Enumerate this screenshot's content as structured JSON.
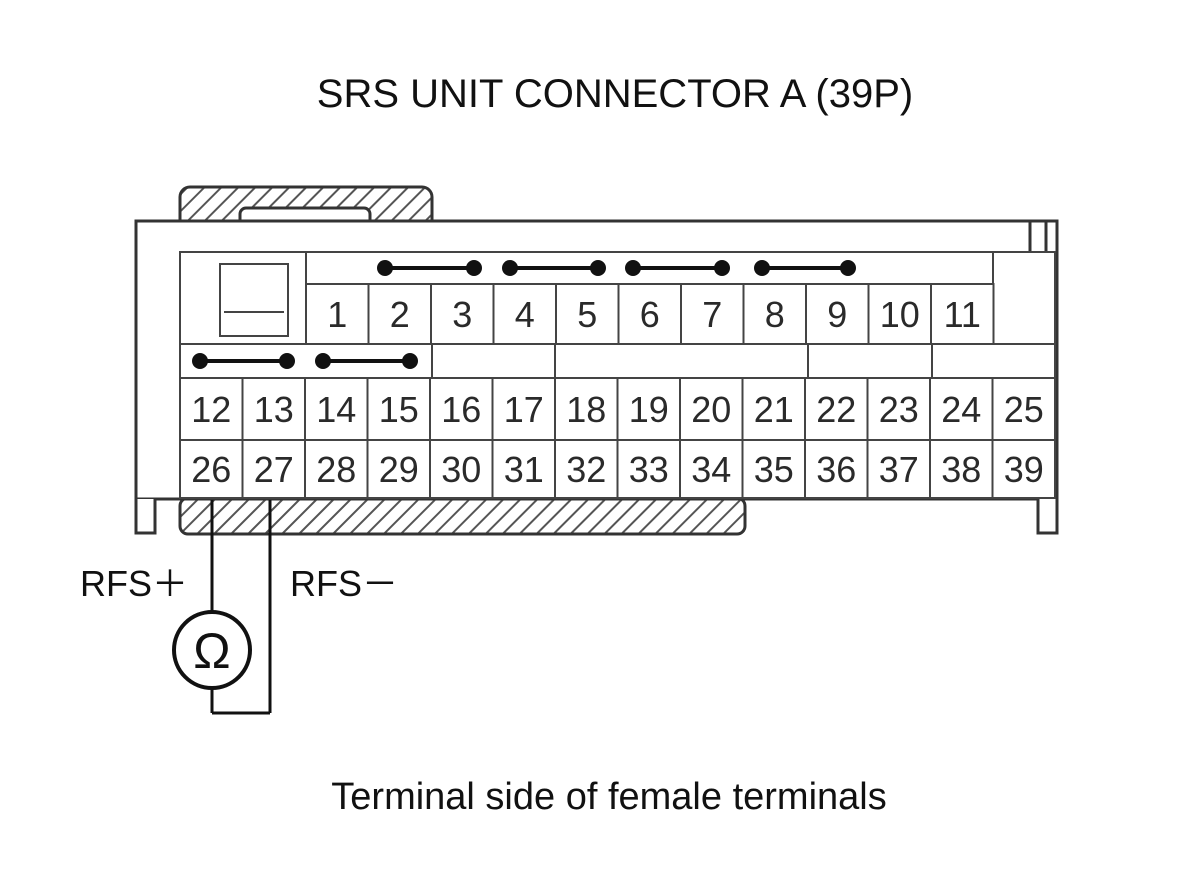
{
  "title": "SRS UNIT CONNECTOR A (39P)",
  "caption": "Terminal side of female terminals",
  "terminals": {
    "row1": [
      "1",
      "2",
      "3",
      "4",
      "5",
      "6",
      "7",
      "8",
      "9",
      "10",
      "11"
    ],
    "row2": [
      "12",
      "13",
      "14",
      "15",
      "16",
      "17",
      "18",
      "19",
      "20",
      "21",
      "22",
      "23",
      "24",
      "25"
    ],
    "row3": [
      "26",
      "27",
      "28",
      "29",
      "30",
      "31",
      "32",
      "33",
      "34",
      "35",
      "36",
      "37",
      "38",
      "39"
    ]
  },
  "probes": {
    "positive_label": "RFS＋",
    "negative_label": "RFS－",
    "meter_symbol": "Ω"
  }
}
